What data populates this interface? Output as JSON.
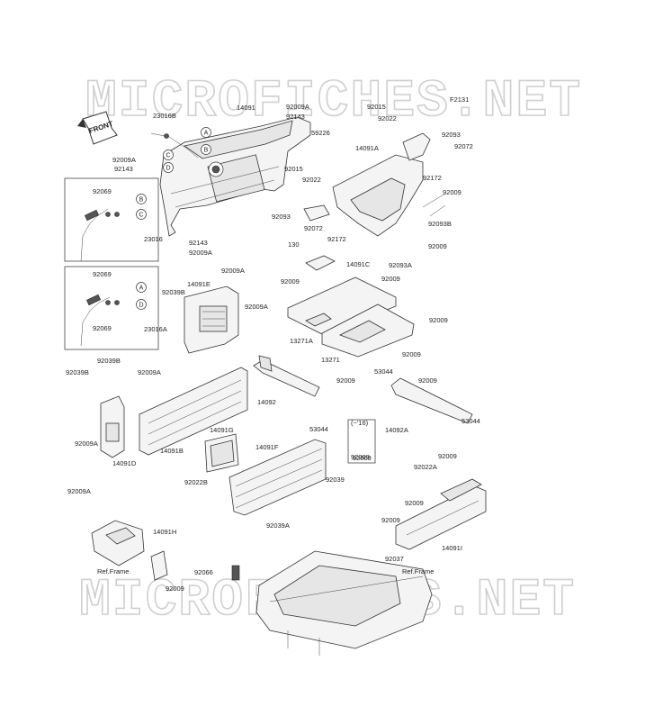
{
  "diagram_code": "F2131",
  "watermark_text": "MICROFICHES.NET",
  "front_label": "FRONT",
  "reference_circles": [
    "A",
    "B",
    "C",
    "D"
  ],
  "part_labels": [
    "23016B",
    "14091",
    "92009A",
    "92143",
    "59226",
    "92015",
    "92022",
    "92093",
    "92072",
    "92172",
    "92009A",
    "92143",
    "14091A",
    "92015",
    "92022",
    "92009",
    "92069",
    "23016",
    "92093",
    "92072",
    "92172",
    "92093B",
    "92143",
    "92009A",
    "130",
    "14091C",
    "92093A",
    "92009",
    "92069",
    "92009A",
    "14091E",
    "92039B",
    "92009A",
    "92009",
    "92009",
    "92069",
    "23016A",
    "13271A",
    "92009",
    "13271",
    "92009",
    "92039B",
    "92039B",
    "92009A",
    "53044",
    "92009",
    "14092",
    "92009",
    "92009A",
    "14091D",
    "14091G",
    "14091B",
    "14091F",
    "53044",
    "92009",
    "14092A",
    "53044",
    "(~'16)",
    "92009",
    "92009",
    "92009A",
    "92022B",
    "92039",
    "92022A",
    "92009",
    "92039A",
    "92009",
    "14091H",
    "14091I",
    "Ref.Frame",
    "92066",
    "92037",
    "Ref.Frame",
    "92009"
  ]
}
